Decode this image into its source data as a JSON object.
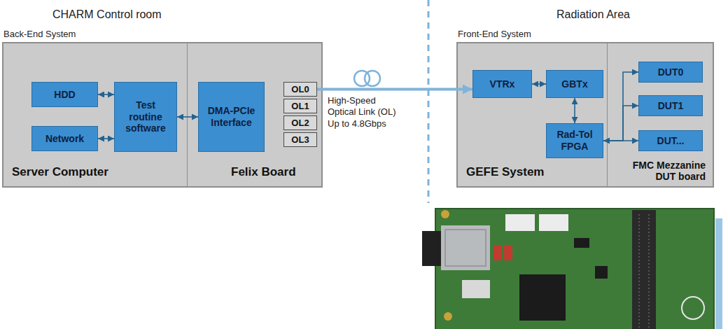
{
  "diagram": {
    "nodes": [
      {
        "text": [
          "Back-End System"
        ]
      },
      {
        "text": [
          "Server Computer"
        ],
        "in": 0
      },
      {
        "text": [
          "HDD"
        ],
        "in": 1
      },
      {
        "text": [
          "Network"
        ],
        "in": 1
      },
      {
        "text": [
          "Test routine software"
        ],
        "in": 1
      },
      {
        "text": [
          "Felix Board"
        ],
        "in": 0
      },
      {
        "text": [
          "DMA-PCIe Interface"
        ],
        "in": 5
      },
      {
        "text": [
          "OL0"
        ],
        "in": 5
      },
      {
        "text": [
          "OL1"
        ],
        "in": 5
      },
      {
        "text": [
          "OL2"
        ],
        "in": 5
      },
      {
        "text": [
          "OL3"
        ],
        "in": 5
      },
      {
        "text": [
          "Front-End System"
        ]
      },
      {
        "text": [
          "GEFE System"
        ],
        "in": 11
      },
      {
        "text": [
          "VTRx"
        ],
        "in": 12
      },
      {
        "text": [
          "GBTx"
        ],
        "in": 12
      },
      {
        "text": [
          "Rad-Tol FPGA"
        ],
        "in": 12
      },
      {
        "text": [
          "FMC Mezzanine DUT board"
        ],
        "in": 11
      },
      {
        "text": [
          "DUT0"
        ],
        "in": 16
      },
      {
        "text": [
          "DUT1"
        ],
        "in": 16
      },
      {
        "text": [
          "DUT..."
        ],
        "in": 16
      }
    ],
    "edges": [
      {
        "from": 2,
        "to": 4,
        "arrow": "both"
      },
      {
        "from": 3,
        "to": 4,
        "arrow": "both"
      },
      {
        "from": 4,
        "to": 6,
        "arrow": "both"
      },
      {
        "from": 7,
        "to": 13,
        "label": "High-Speed Optical Link (OL) Up to 4.8Gbps",
        "arrow": "to"
      },
      {
        "from": 13,
        "to": 14,
        "arrow": "both"
      },
      {
        "from": 14,
        "to": 15,
        "arrow": "both"
      },
      {
        "from": 15,
        "to": 17,
        "arrow": "to"
      },
      {
        "from": 15,
        "to": 18,
        "arrow": "to"
      },
      {
        "from": 15,
        "to": 19,
        "arrow": "both"
      }
    ],
    "labels": [
      "CHARM Control room",
      "Radiation Area"
    ]
  }
}
